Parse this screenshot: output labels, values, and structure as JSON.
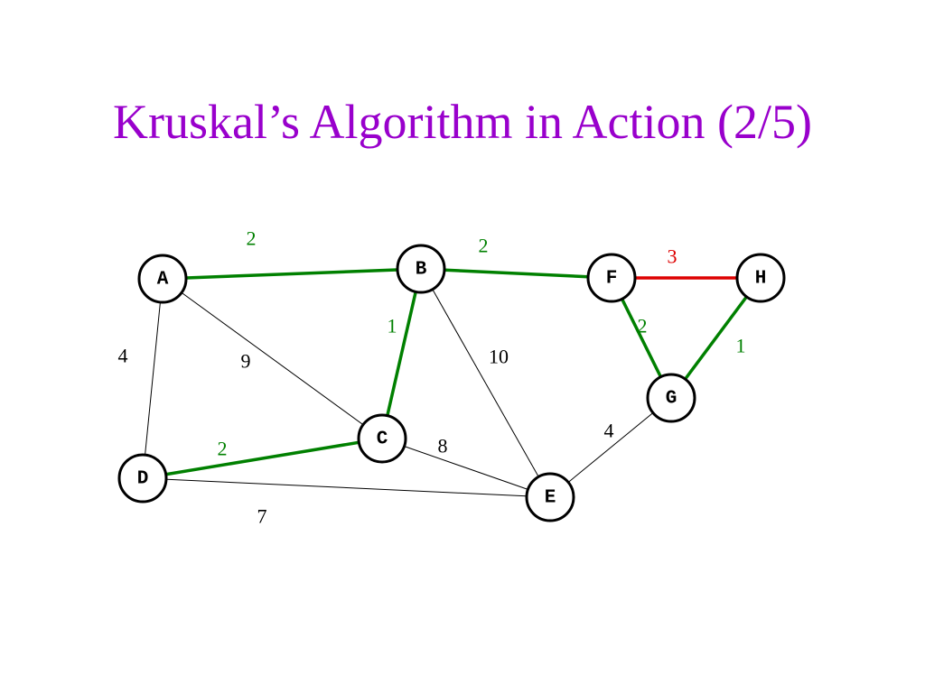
{
  "slide": {
    "title": "Kruskal’s Algorithm in Action (2/5)"
  },
  "colors": {
    "title": "#9900cc",
    "tree_edge": "#008000",
    "candidate_edge": "#dd0000",
    "plain_edge": "#000000",
    "node_fill": "#ffffff",
    "node_stroke": "#000000"
  },
  "graph": {
    "nodes": [
      {
        "id": "A",
        "label": "A"
      },
      {
        "id": "B",
        "label": "B"
      },
      {
        "id": "C",
        "label": "C"
      },
      {
        "id": "D",
        "label": "D"
      },
      {
        "id": "E",
        "label": "E"
      },
      {
        "id": "F",
        "label": "F"
      },
      {
        "id": "G",
        "label": "G"
      },
      {
        "id": "H",
        "label": "H"
      }
    ],
    "edges": [
      {
        "from": "A",
        "to": "B",
        "weight": "2",
        "state": "tree"
      },
      {
        "from": "B",
        "to": "F",
        "weight": "2",
        "state": "tree"
      },
      {
        "from": "F",
        "to": "H",
        "weight": "3",
        "state": "candidate"
      },
      {
        "from": "B",
        "to": "C",
        "weight": "1",
        "state": "tree"
      },
      {
        "from": "F",
        "to": "G",
        "weight": "2",
        "state": "tree"
      },
      {
        "from": "H",
        "to": "G",
        "weight": "1",
        "state": "tree"
      },
      {
        "from": "D",
        "to": "C",
        "weight": "2",
        "state": "tree"
      },
      {
        "from": "A",
        "to": "D",
        "weight": "4",
        "state": "plain"
      },
      {
        "from": "A",
        "to": "C",
        "weight": "9",
        "state": "plain"
      },
      {
        "from": "B",
        "to": "E",
        "weight": "10",
        "state": "plain"
      },
      {
        "from": "C",
        "to": "E",
        "weight": "8",
        "state": "plain"
      },
      {
        "from": "G",
        "to": "E",
        "weight": "4",
        "state": "plain"
      },
      {
        "from": "D",
        "to": "E",
        "weight": "7",
        "state": "plain"
      }
    ]
  }
}
